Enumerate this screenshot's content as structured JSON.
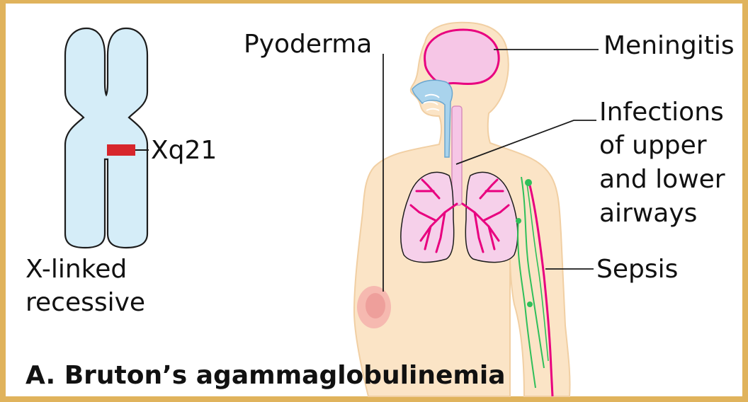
{
  "title": "A. Bruton’s agammaglobulinemia",
  "chromosome": {
    "band_label": "Xq21",
    "inheritance_line1": "X-linked",
    "inheritance_line2": "recessive",
    "band_color": "#d7262c",
    "body_color": "#d5edf8"
  },
  "labels": {
    "pyoderma": "Pyoderma",
    "meningitis": "Meningitis",
    "airways_line1": "Infections",
    "airways_line2": "of upper",
    "airways_line3": "and lower",
    "airways_line4": "airways",
    "sepsis": "Sepsis"
  },
  "colors": {
    "skin": "#fbe4c6",
    "skin_outline": "#f1cfa3",
    "brain": "#f6c6e6",
    "brain_outline": "#e8007f",
    "lungs": "#f6d0ea",
    "bronchi": "#e8007f",
    "lymph": "#2fbf5a",
    "vessel": "#e8007f",
    "airway": "#a9d3ec",
    "frame": "#e0b35c"
  }
}
